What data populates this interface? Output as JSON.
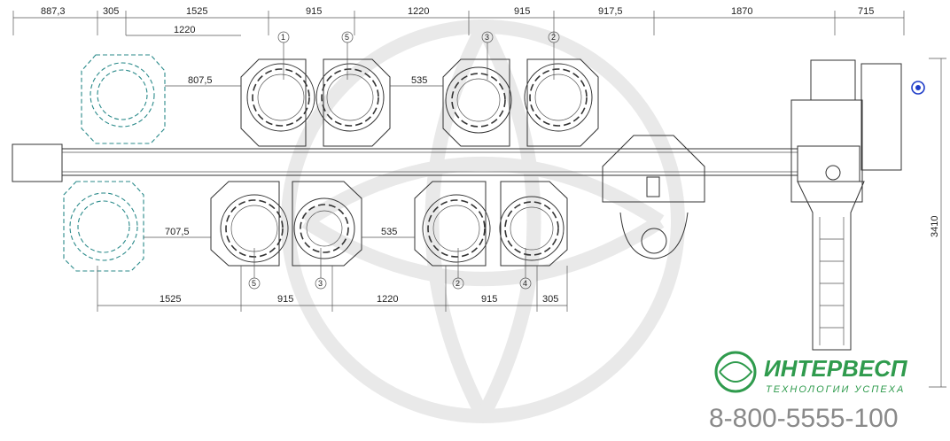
{
  "dims_top": [
    "887,3",
    "305",
    "1525",
    "915",
    "1220",
    "915",
    "917,5",
    "1870",
    "715"
  ],
  "dims_second": [
    "1220"
  ],
  "dims_bottom": [
    "1525",
    "915",
    "1220",
    "915",
    "305"
  ],
  "dim_left_top": "807,5",
  "dim_left_bottom": "707,5",
  "dim_gap_top": "535",
  "dim_gap_bottom": "535",
  "dim_height": "3410",
  "callouts_top": [
    "1",
    "5",
    "3",
    "2"
  ],
  "callouts_bottom": [
    "5",
    "3",
    "2",
    "4"
  ],
  "logo": {
    "name": "ИНТЕРВЕСП",
    "tagline": "ТЕХНОЛОГИИ УСПЕХА"
  },
  "phone": "8-800-5555-100",
  "colors": {
    "line": "#333333",
    "teal_outline": "#2a8a8a",
    "brand_green": "#2f9b4d",
    "watermark": "#e9e9e9",
    "accent_blue": "#1e3cc8"
  }
}
